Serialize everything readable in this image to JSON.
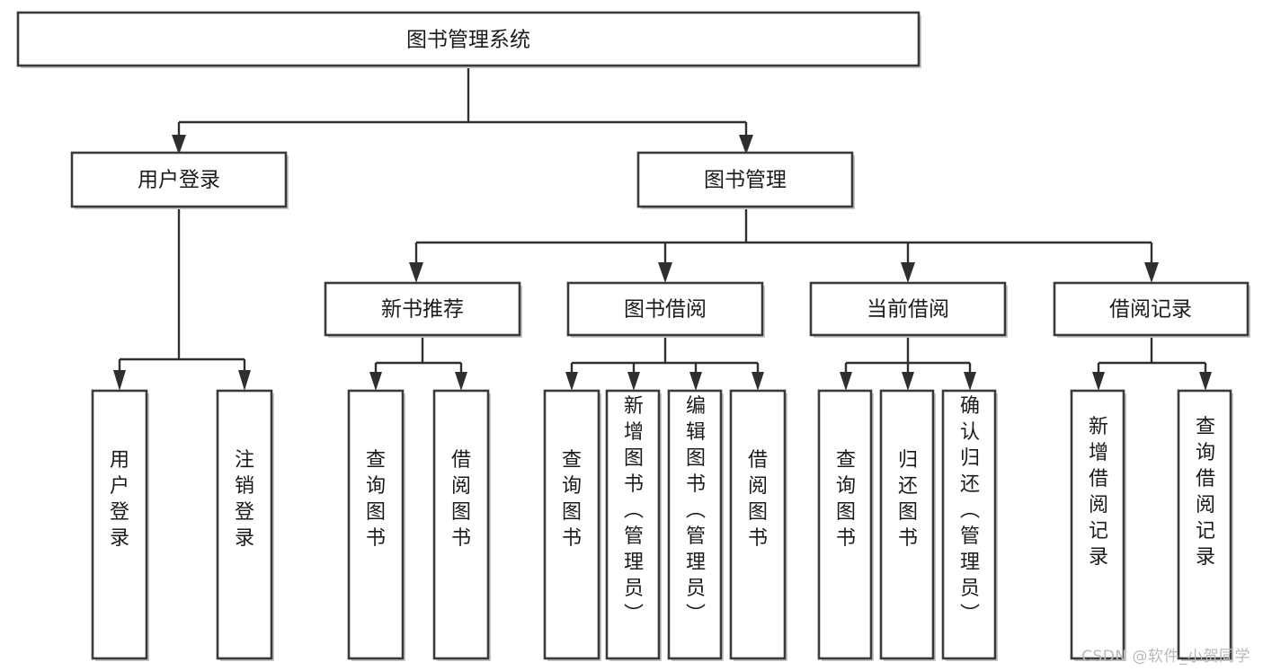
{
  "diagram": {
    "title": "图书管理系统",
    "type": "tree-hierarchy",
    "watermark": "CSDN @软件_小贺同学",
    "colors": {
      "box_stroke": "#3a3a3a",
      "box_fill": "#ffffff",
      "connector": "#2f2f2f",
      "text": "#1b1b1b",
      "watermark": "#b9b9b9",
      "shadow": "#c9c9c9"
    }
  },
  "nodes": {
    "root": {
      "label": "图书管理系统",
      "level": 1,
      "orientation": "horizontal"
    },
    "level2": [
      {
        "id": "user-login",
        "label": "用户登录"
      },
      {
        "id": "book-management",
        "label": "图书管理"
      }
    ],
    "level3": [
      {
        "id": "new-book-recommend",
        "label": "新书推荐"
      },
      {
        "id": "book-borrow",
        "label": "图书借阅"
      },
      {
        "id": "current-borrow",
        "label": "当前借阅"
      },
      {
        "id": "borrow-record",
        "label": "借阅记录"
      }
    ],
    "leaves": {
      "user-login": [
        {
          "id": "leaf-user-login",
          "label": "用户登录"
        },
        {
          "id": "leaf-logout-login",
          "label": "注销登录"
        }
      ],
      "new-book-recommend": [
        {
          "id": "leaf-query-book-1",
          "label": "查询图书"
        },
        {
          "id": "leaf-borrow-book-1",
          "label": "借阅图书"
        }
      ],
      "book-borrow": [
        {
          "id": "leaf-query-book-2",
          "label": "查询图书"
        },
        {
          "id": "leaf-add-book",
          "label": "新增图书（管理员）"
        },
        {
          "id": "leaf-edit-book",
          "label": "编辑图书（管理员）"
        },
        {
          "id": "leaf-borrow-book-2",
          "label": "借阅图书"
        }
      ],
      "current-borrow": [
        {
          "id": "leaf-query-book-3",
          "label": "查询图书"
        },
        {
          "id": "leaf-return-book",
          "label": "归还图书"
        },
        {
          "id": "leaf-confirm-return",
          "label": "确认归还（管理员）"
        }
      ],
      "borrow-record": [
        {
          "id": "leaf-add-record",
          "label": "新增借阅记录"
        },
        {
          "id": "leaf-query-record",
          "label": "查询借阅记录"
        }
      ]
    }
  }
}
